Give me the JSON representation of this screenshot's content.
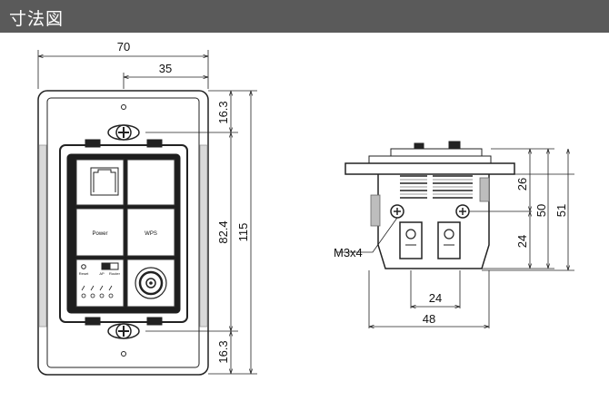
{
  "header": {
    "title": "寸法図"
  },
  "front_view": {
    "dims": {
      "total_width": "70",
      "half_width": "35",
      "top_offset": "16.3",
      "bottom_offset": "16.3",
      "inner_height": "82.4",
      "total_height": "115"
    },
    "buttons": {
      "power": "Power",
      "wps": "WPS",
      "reset": "Reset",
      "ap": "AP",
      "router": "Router"
    }
  },
  "side_view": {
    "dims": {
      "upper": "26",
      "lower": "24",
      "mid_total": "50",
      "total": "51",
      "screw": "M3x4",
      "inner_width": "24",
      "total_width": "48"
    }
  }
}
